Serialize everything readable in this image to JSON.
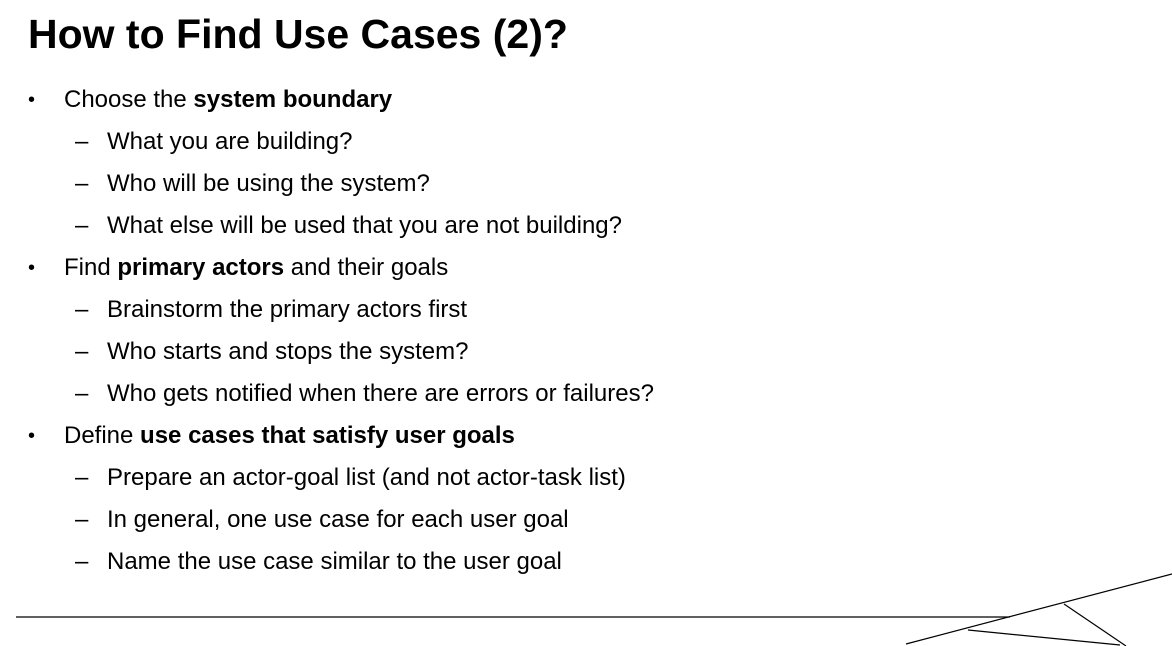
{
  "slide": {
    "title": "How to Find Use Cases (2)?",
    "bullet_marker": "•",
    "sub_marker": "–",
    "bullets": [
      {
        "pre": "Choose the ",
        "bold": "system boundary",
        "post": "",
        "subs": [
          "What you are building?",
          "Who will be using the system?",
          "What else will be used that you are not building?"
        ]
      },
      {
        "pre": "Find ",
        "bold": "primary actors",
        "post": " and their goals",
        "subs": [
          "Brainstorm the primary actors first",
          "Who starts and stops the system?",
          "Who gets notified when there are errors or failures?"
        ]
      },
      {
        "pre": "Define ",
        "bold": "use cases that satisfy user goals",
        "post": "",
        "subs": [
          "Prepare an actor-goal list (and not actor-task list)",
          "In general, one use case for each user goal",
          "Name the use case similar to the user goal"
        ]
      }
    ]
  }
}
